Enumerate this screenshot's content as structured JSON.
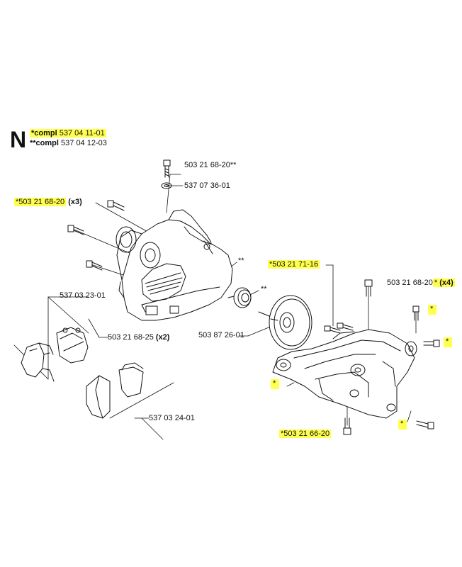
{
  "section_letter": "N",
  "header": {
    "line1_prefix": "*compl",
    "line1_code": "537 04 11-01",
    "line2_prefix": "**compl",
    "line2_code": "537 04 12-03"
  },
  "labels": {
    "bolt_top": "503 21 68-20**",
    "washer_top": "537 07 36-01",
    "bolt_left": "*503 21 68-20",
    "bolt_left_qty": "(x3)",
    "double_star_1": "**",
    "double_star_2": "**",
    "cover_a": "537 03 23-01",
    "screw_cover": "503 21 68-25",
    "screw_cover_qty": "(x2)",
    "cover_b": "537 03 24-01",
    "clutch_drum": "503 87 26-01",
    "bolt_housing": "*503 21 71-16",
    "bolt_right": "503 21 68-20",
    "bolt_right_star": "*",
    "bolt_right_qty": "(x4)",
    "star_a": "*",
    "star_b": "*",
    "star_c": "*",
    "star_d": "*",
    "bolt_bottom": "*503 21 66-20"
  },
  "colors": {
    "highlight": "#ffff4d",
    "line": "#111111"
  }
}
